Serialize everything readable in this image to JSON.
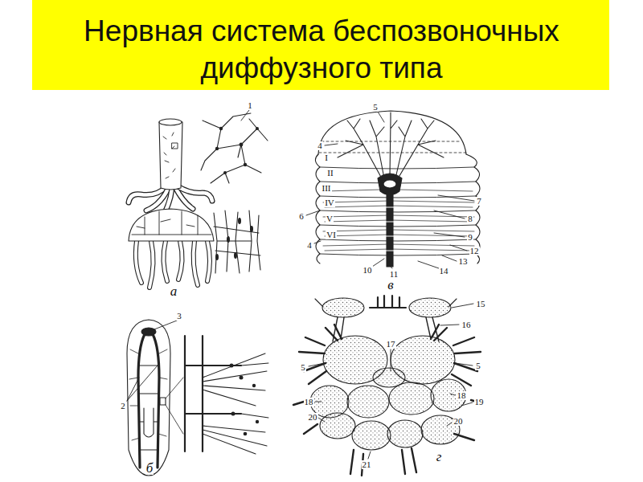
{
  "diagram": {
    "title": "Нервная система беспозвоночных диффузного типа",
    "labels": [
      "1",
      "а",
      "3",
      "2",
      "б",
      "5",
      "4",
      "I",
      "II",
      "III",
      "IV",
      "V",
      "VI",
      "4",
      "6",
      "7",
      "8",
      "9",
      "12",
      "13",
      "14",
      "10",
      "11",
      "в",
      "15",
      "16",
      "17",
      "5",
      "5",
      "18",
      "18",
      "19",
      "20",
      "20",
      "21",
      "г"
    ]
  }
}
